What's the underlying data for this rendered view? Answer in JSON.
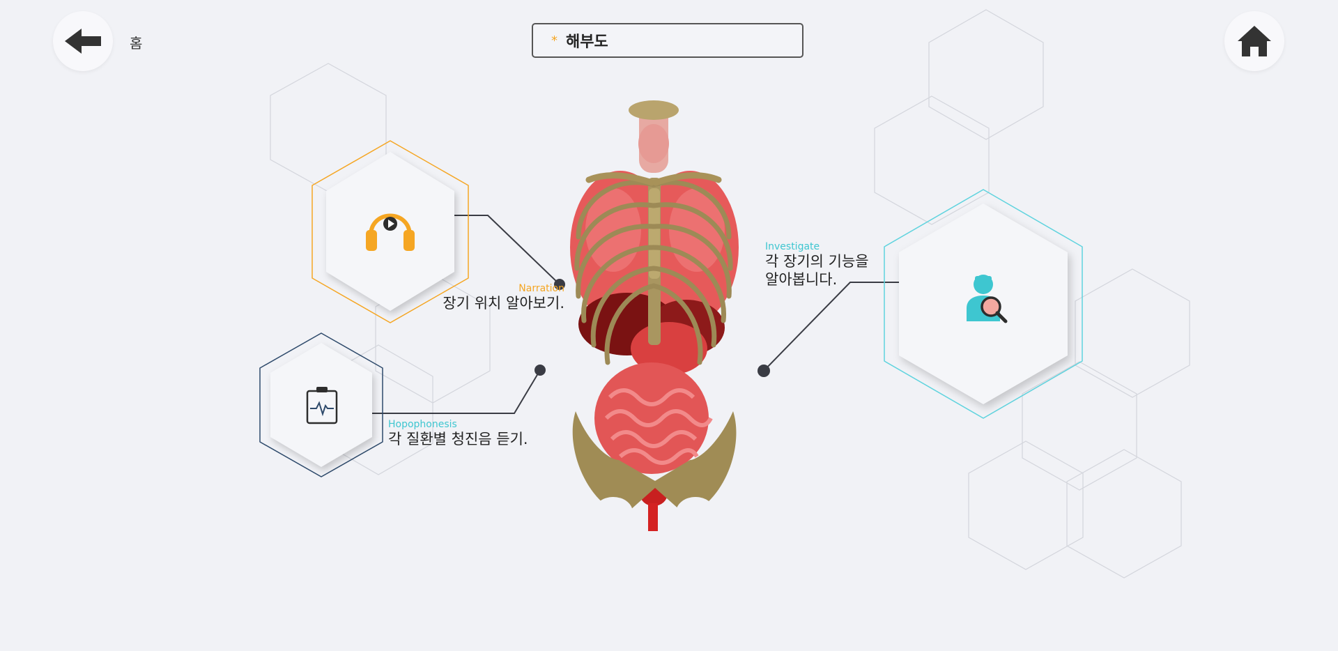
{
  "header": {
    "back_label": "홈",
    "title_marker": "*",
    "title": "해부도"
  },
  "menu": {
    "narration": {
      "english": "Narration",
      "korean": "장기 위치 알아보기.",
      "icon": "headphones-icon"
    },
    "hopophonesis": {
      "english": "Hopophonesis",
      "korean": "각 질환별 청진음 듣기.",
      "icon": "clipboard-heartbeat-icon"
    },
    "investigate": {
      "english": "Investigate",
      "korean_line1": "각 장기의 기능을",
      "korean_line2": "알아봅니다.",
      "icon": "doctor-magnifier-icon"
    }
  },
  "colors": {
    "background": "#f1f2f6",
    "narration_accent": "#f5a623",
    "hopophonesis_accent": "#2e4a6b",
    "investigate_accent": "#5fd3de",
    "connector": "#3a3c44"
  }
}
